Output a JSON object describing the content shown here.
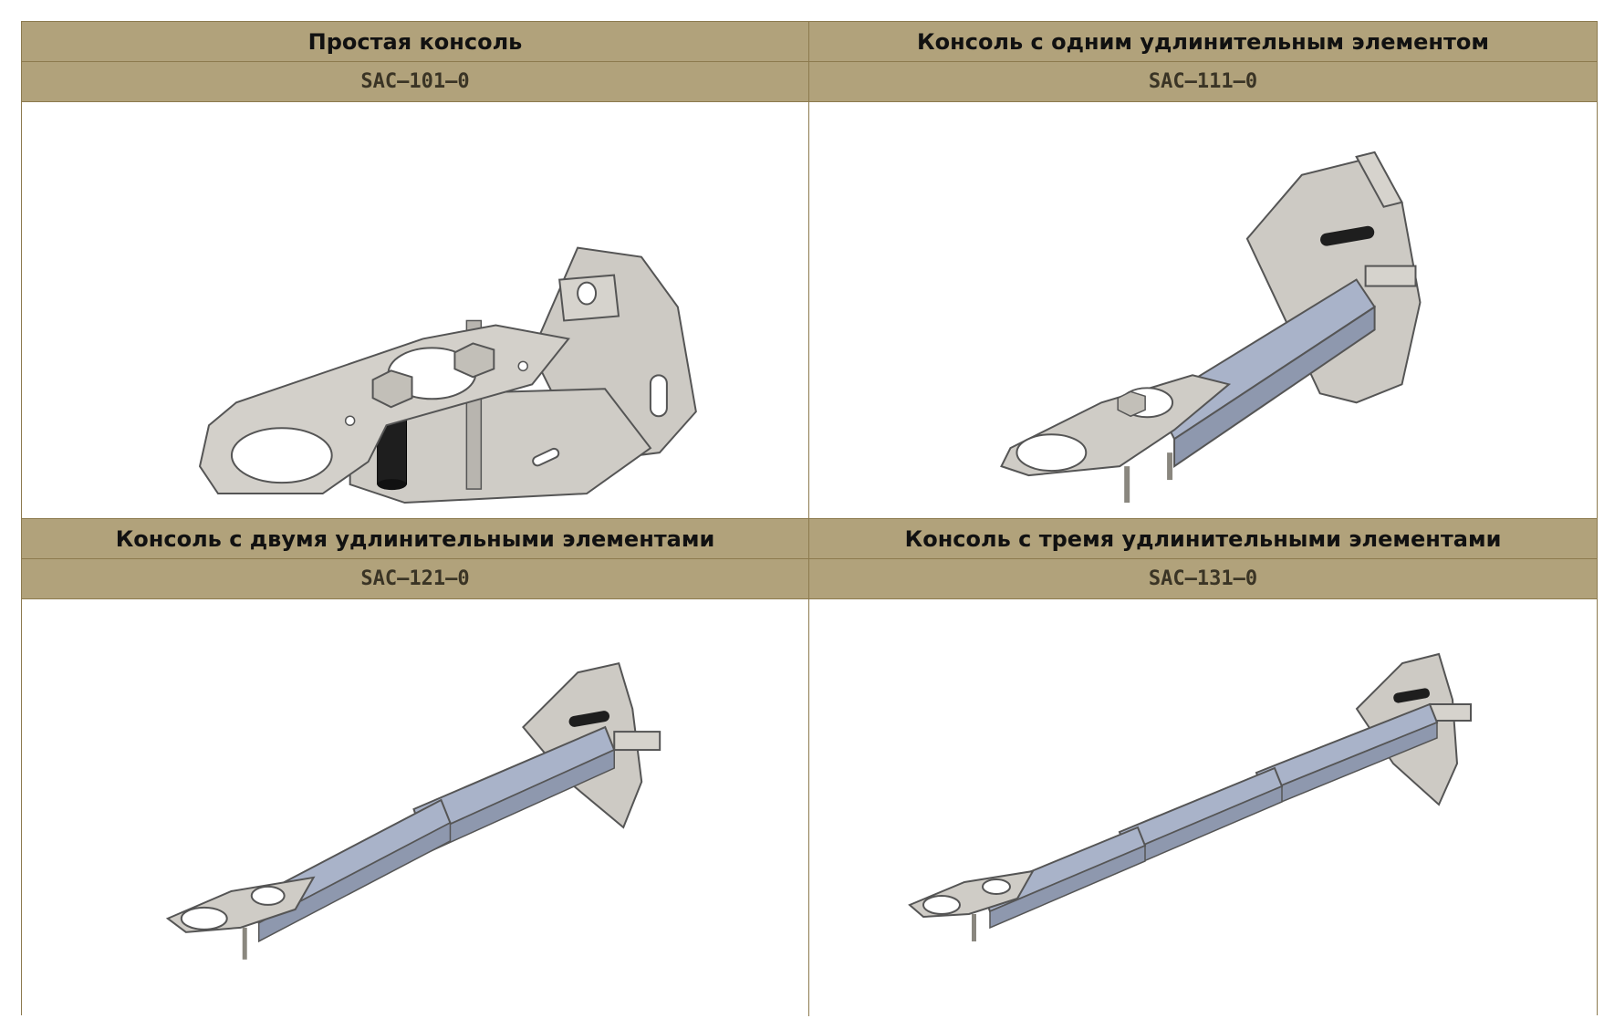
{
  "products": [
    {
      "title": "Простая консоль",
      "code": "SAC–101–0",
      "image_icon": "simple-console-bracket-icon"
    },
    {
      "title": "Консоль с одним удлинительным элементом",
      "code": "SAC–111–0",
      "image_icon": "console-one-extension-icon"
    },
    {
      "title": "Консоль с двумя удлинительными элементами",
      "code": "SAC–121–0",
      "image_icon": "console-two-extensions-icon"
    },
    {
      "title": "Консоль с тремя удлинительными элементами",
      "code": "SAC–131–0",
      "image_icon": "console-three-extensions-icon"
    }
  ],
  "colors": {
    "header_bg": "#b1a27b",
    "border": "#8c7a4e",
    "metal": "#c9c6c0",
    "beam": "#a9b3c9"
  }
}
